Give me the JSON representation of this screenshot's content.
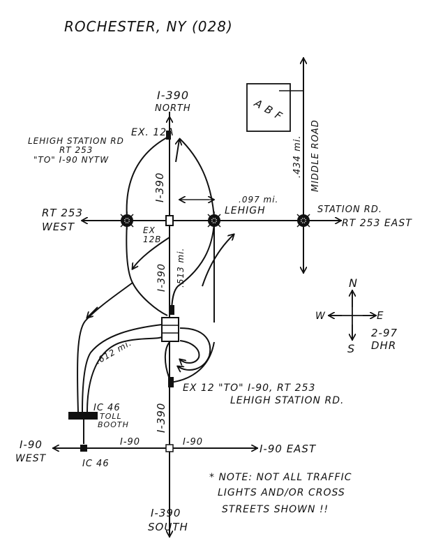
{
  "title": "ROCHESTER, NY (028)",
  "labels": {
    "i390_north_1": "I-390",
    "i390_north_2": "NORTH",
    "i390_south_1": "I-390",
    "i390_south_2": "SOUTH",
    "i390_v1": "I-390",
    "i390_v2": "I-390",
    "i390_v3": "I-390",
    "ex12a": "EX. 12A",
    "lehigh_rd_1": "LEHIGH STATION RD",
    "lehigh_rd_2": "RT 253",
    "lehigh_rd_3": "\"TO\" I-90 NYTW",
    "rt253_west_1": "RT 253",
    "rt253_west_2": "WEST",
    "ex12b_1": "EX",
    "ex12b_2": "12B",
    "lehigh": "LEHIGH",
    "station_rd": "STATION RD.",
    "rt253_east": "RT 253 EAST",
    "middle_road": "MIDDLE ROAD",
    "dist_434": ".434 mi.",
    "dist_097": ".097 mi.",
    "dist_513": ".513 mi.",
    "dist_612": ".612 mi.",
    "ex12_1": "EX 12  \"TO\" I-90, RT 253",
    "ex12_2": "LEHIGH STATION RD.",
    "ic46_top": "IC 46",
    "toll_1": "TOLL",
    "toll_2": "BOOTH",
    "ic46_bottom": "IC 46",
    "i90_west_1": "I-90",
    "i90_west_2": "WEST",
    "i90_mid_left": "I-90",
    "i90_mid_right": "I-90",
    "i90_east": "I-90 EAST",
    "compass_n": "N",
    "compass_s": "S",
    "compass_w": "W",
    "compass_e": "E",
    "date": "2-97",
    "author": "DHR",
    "note_1": "* NOTE:  NOT ALL TRAFFIC",
    "note_2": "LIGHTS  AND/OR  CROSS",
    "note_3": "STREETS  SHOWN !!",
    "sign_letters": "A B F"
  }
}
